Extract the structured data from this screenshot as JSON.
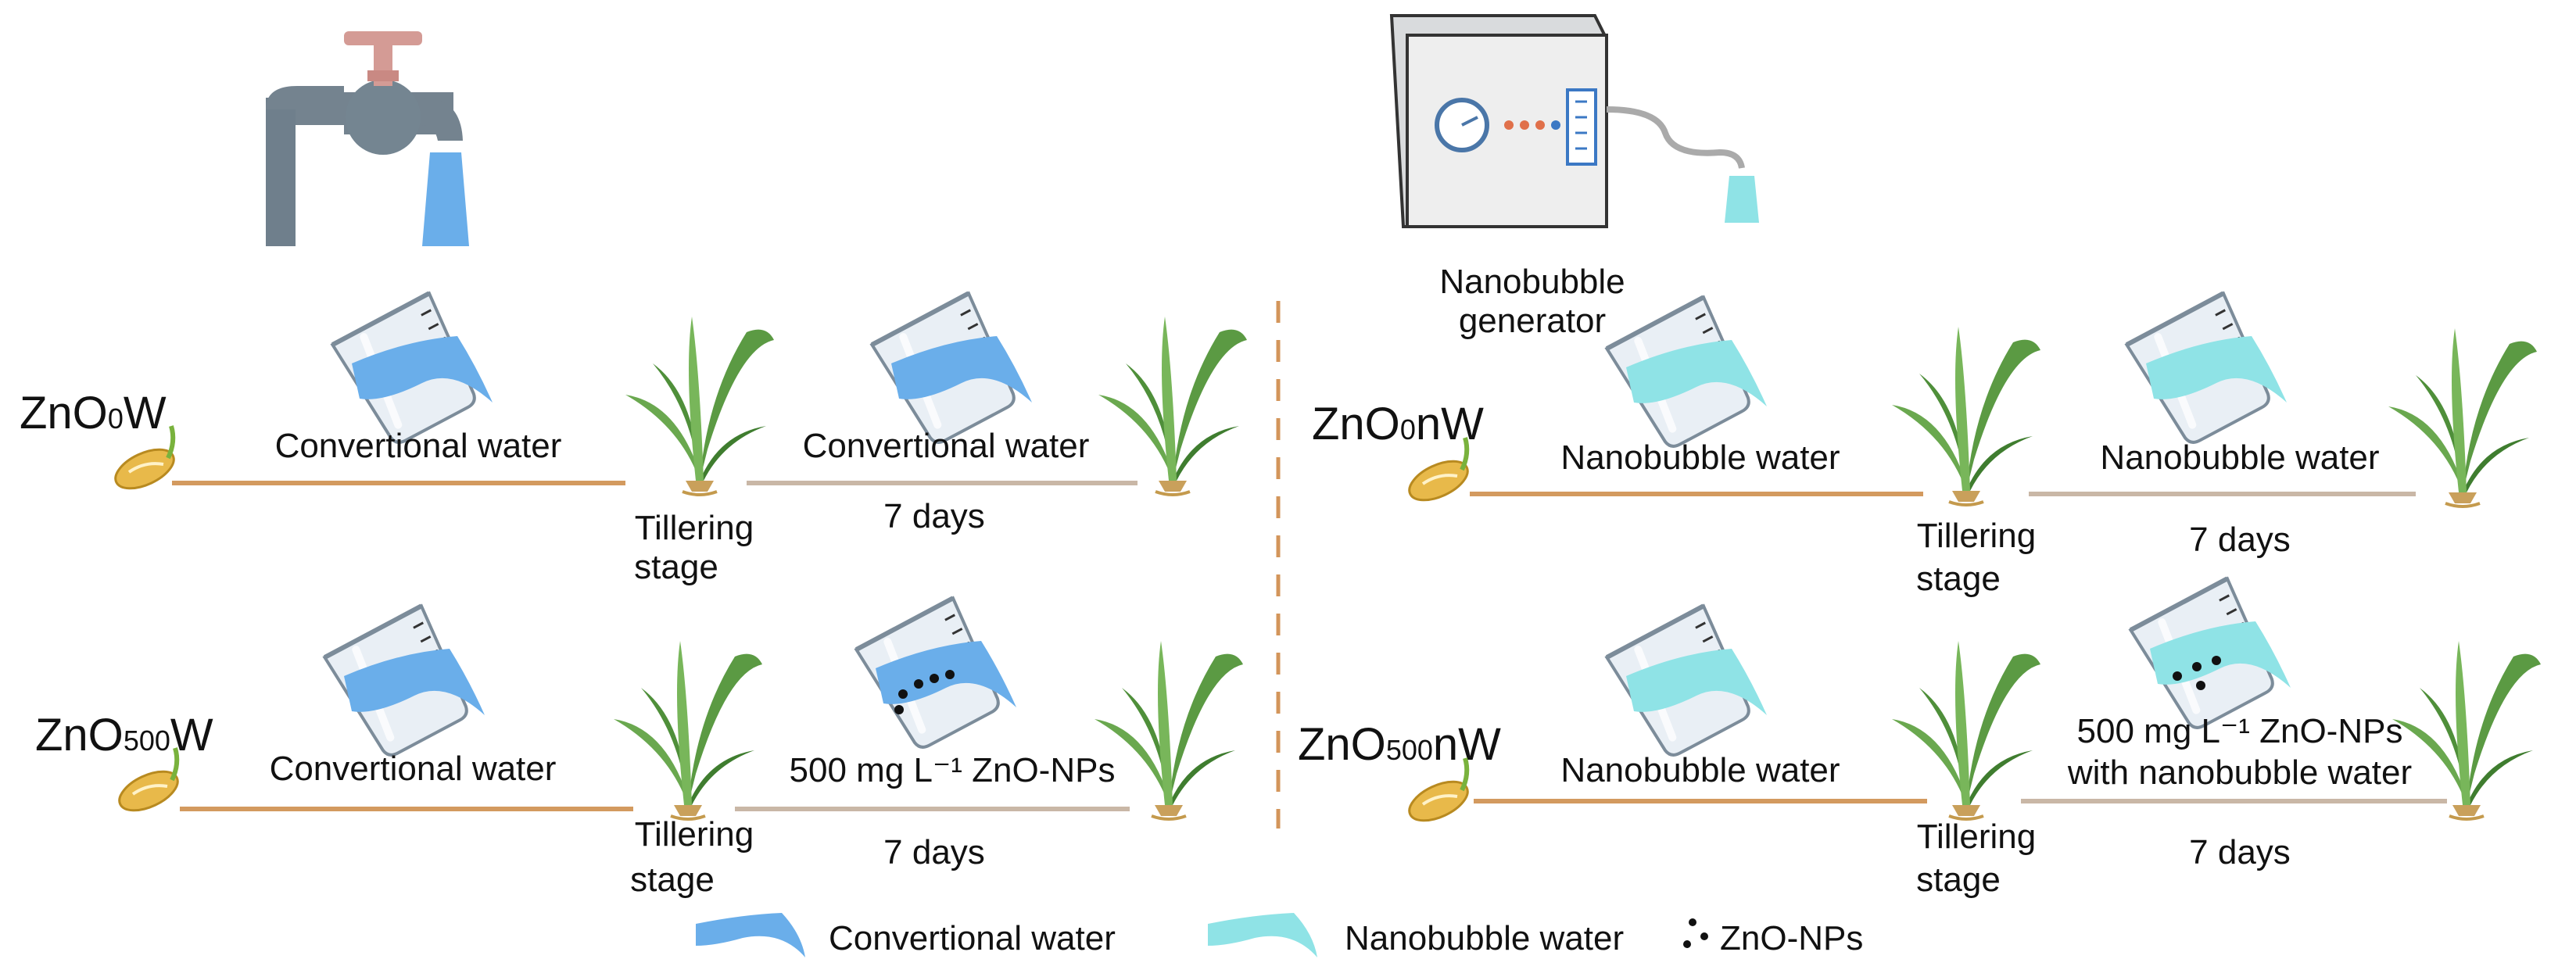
{
  "colors": {
    "conventional_water": "#6aaeea",
    "nanobubble_water": "#8fe3e6",
    "timeline": "#d39a5f",
    "timeline_light": "#c9b7a6",
    "divider": "#d3955a",
    "leaf": "#4f8f3a",
    "tap": "#74838f",
    "tap_handle": "#d49b95",
    "seed": "#e8b94a"
  },
  "icons": {
    "tap": "water-tap-icon",
    "generator": "nanobubble-generator-icon",
    "beaker": "pouring-beaker-icon",
    "plant": "rice-plant-icon",
    "seed": "germinating-seed-icon",
    "dots": "zno-nanoparticle-dots-icon"
  },
  "generator": {
    "label_line1": "Nanobubble",
    "label_line2": "generator"
  },
  "rows": [
    {
      "treatment_prefix": "ZnO",
      "treatment_sub": "0",
      "treatment_suffix": "W",
      "stage1_label": "Convertional water",
      "stage_line1": "Tillering",
      "stage_line2": "stage",
      "stage2_line1": "Convertional water",
      "stage2_line2": "",
      "duration": "7 days"
    },
    {
      "treatment_prefix": "ZnO",
      "treatment_sub": "500",
      "treatment_suffix": "W",
      "stage1_label": "Convertional water",
      "stage_line1": "Tillering",
      "stage_line2": "stage",
      "stage2_line1": "500 mg L⁻¹ ZnO-NPs",
      "stage2_line2": "",
      "duration": "7 days"
    },
    {
      "treatment_prefix": "ZnO",
      "treatment_sub": "0",
      "treatment_suffix": "nW",
      "stage1_label": "Nanobubble water",
      "stage_line1": "Tillering",
      "stage_line2": "stage",
      "stage2_line1": "Nanobubble water",
      "stage2_line2": "",
      "duration": "7 days"
    },
    {
      "treatment_prefix": "ZnO",
      "treatment_sub": "500",
      "treatment_suffix": "nW",
      "stage1_label": "Nanobubble water",
      "stage_line1": "Tillering",
      "stage_line2": "stage",
      "stage2_line1": "500 mg L⁻¹ ZnO-NPs",
      "stage2_line2": "with nanobubble water",
      "duration": "7 days"
    }
  ],
  "legend": {
    "conventional": "Convertional water",
    "nanobubble": "Nanobubble water",
    "nps": "ZnO-NPs"
  }
}
